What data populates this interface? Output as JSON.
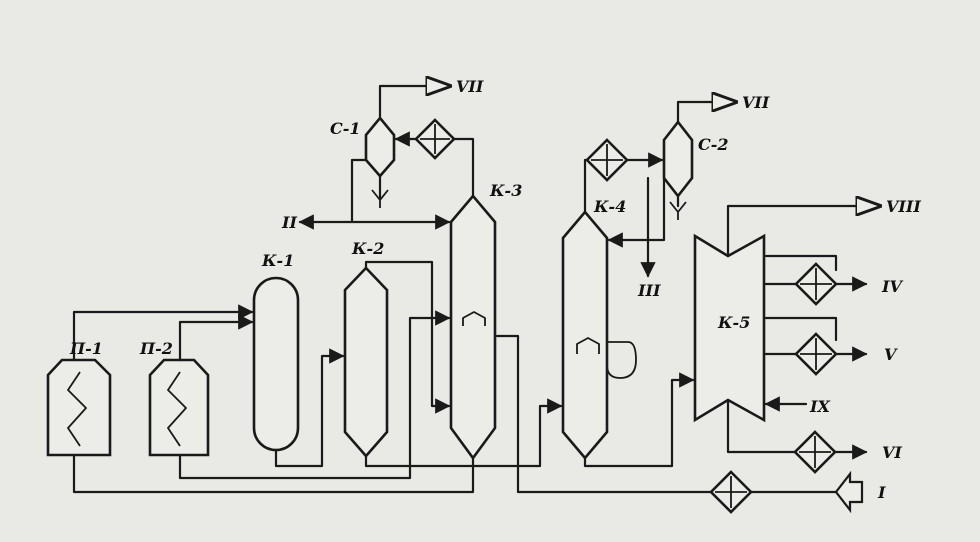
{
  "labels": {
    "furnace1": "П-1",
    "furnace2": "П-2",
    "col1": "К-1",
    "col2": "К-2",
    "col3": "К-3",
    "col4": "К-4",
    "col5": "К-5",
    "sep1": "С-1",
    "sep2": "С-2"
  },
  "streams": {
    "s_I": "I",
    "s_II": "II",
    "s_III": "III",
    "s_IV": "IV",
    "s_V": "V",
    "s_VI": "VI",
    "s_VII_1": "VII",
    "s_VII_2": "VII",
    "s_VIII": "VIII",
    "s_IX": "IX"
  }
}
